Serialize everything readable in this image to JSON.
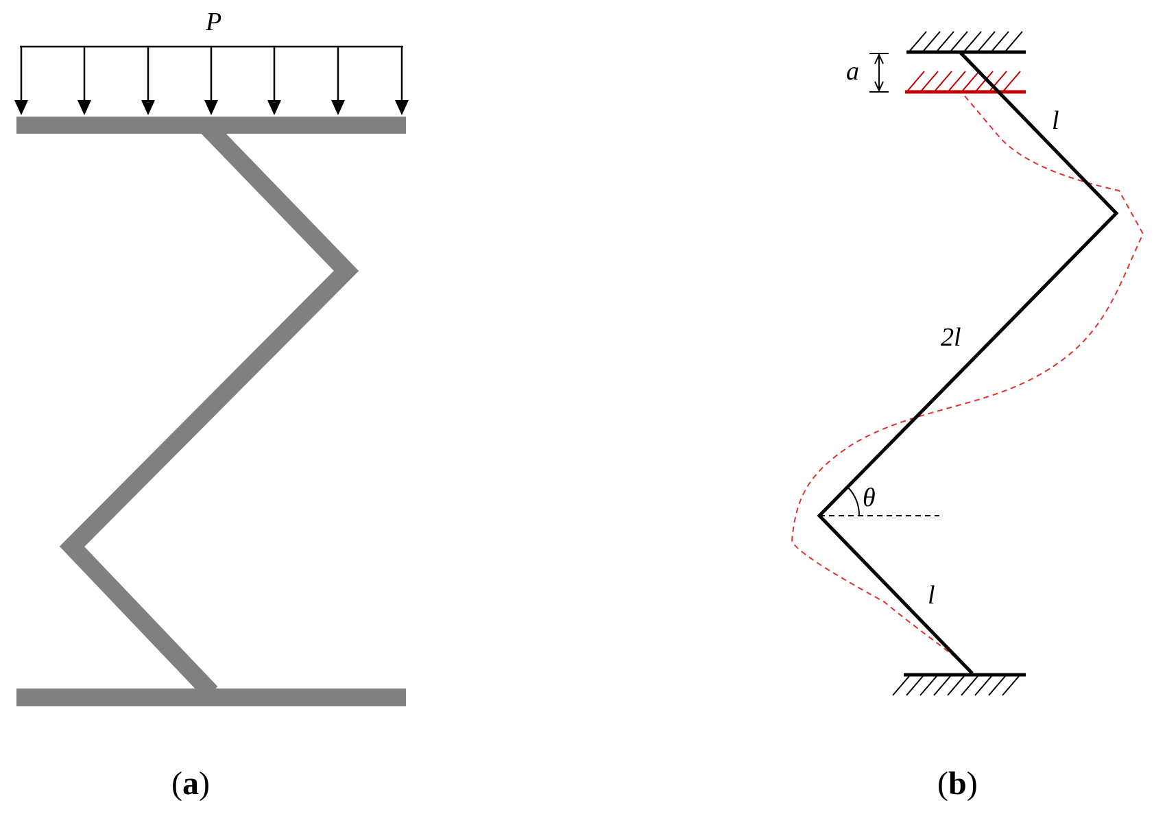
{
  "panel_a": {
    "load_label": "P",
    "caption_open": "(",
    "caption_letter": "a",
    "caption_close": ")"
  },
  "panel_b": {
    "displacement_label": "a",
    "top_segment_label": "l",
    "middle_segment_label": "2l",
    "angle_label": "θ",
    "bottom_segment_label": "l",
    "caption_open": "(",
    "caption_letter": "b",
    "caption_close": ")"
  },
  "colors": {
    "structure_gray": "#808080",
    "line_black": "#000000",
    "displaced_support_red": "#c00000",
    "deformed_shape_red": "#e03030"
  }
}
